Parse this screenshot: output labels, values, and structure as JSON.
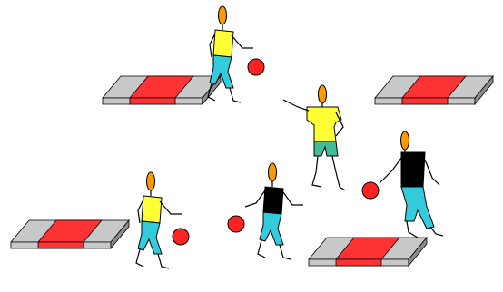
{
  "scene": {
    "kind": "clip-art illustration",
    "players_with_ball": 4,
    "coach_count": 1,
    "mats_count": 4
  },
  "colors": {
    "background": "#ffffff",
    "mat_gray": "#c8c8c8",
    "mat_red": "#ff3333",
    "mat_side": "#8c8c8c",
    "ball_red": "#ff2222",
    "skin_orange": "#ff9900",
    "shirt_yellow": "#ffff33",
    "shirt_black": "#000000",
    "pants_cyan": "#33ccdd",
    "pants_teal": "#44bb99",
    "outline": "#000000"
  },
  "icons": [
    "sport-mat-icon",
    "basketball-player-icon",
    "coach-figure-icon",
    "ball-icon"
  ]
}
